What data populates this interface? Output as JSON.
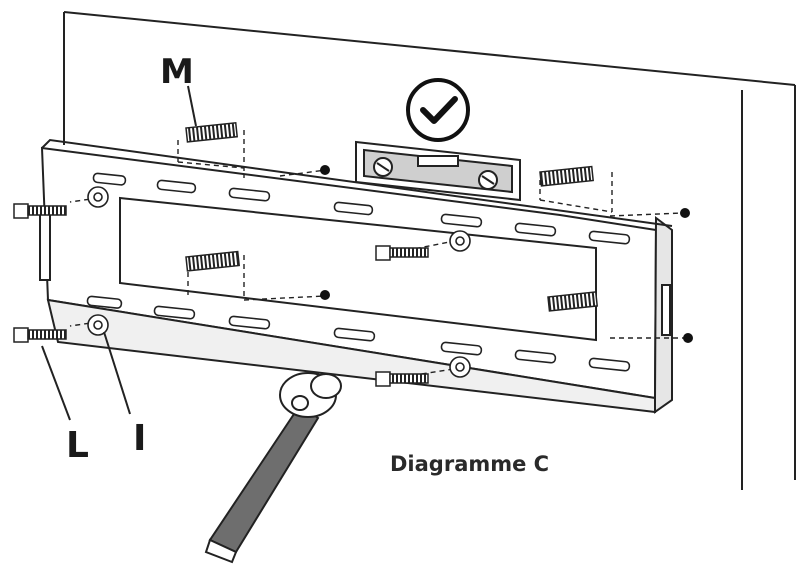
{
  "labels": {
    "m": "M",
    "l": "L",
    "i": "I"
  },
  "caption": "Diagramme C",
  "icons": [
    "checkmark-circle-icon",
    "spirit-level-icon",
    "ratchet-wrench-icon"
  ],
  "colors": {
    "line": "#1a1a1a",
    "fill": "#ffffff",
    "shade": "#e6e6e6",
    "dark": "#3a3a3a"
  }
}
